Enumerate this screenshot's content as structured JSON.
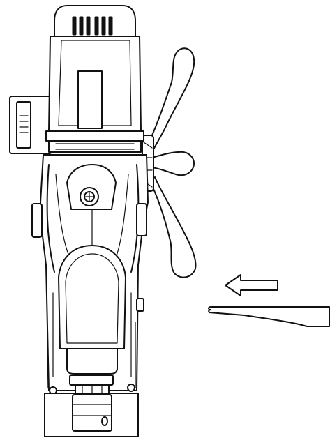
{
  "figure": {
    "subject": "",
    "components": [
      {
        "name": "motor-housing"
      },
      {
        "name": "battery-pack"
      },
      {
        "name": "feed-handle"
      },
      {
        "name": "gearbox-spindle"
      },
      {
        "name": "magnetic-base"
      }
    ],
    "arrow": {
      "direction": "left"
    },
    "colors": {
      "line": "#111111",
      "background": "#ffffff"
    }
  }
}
